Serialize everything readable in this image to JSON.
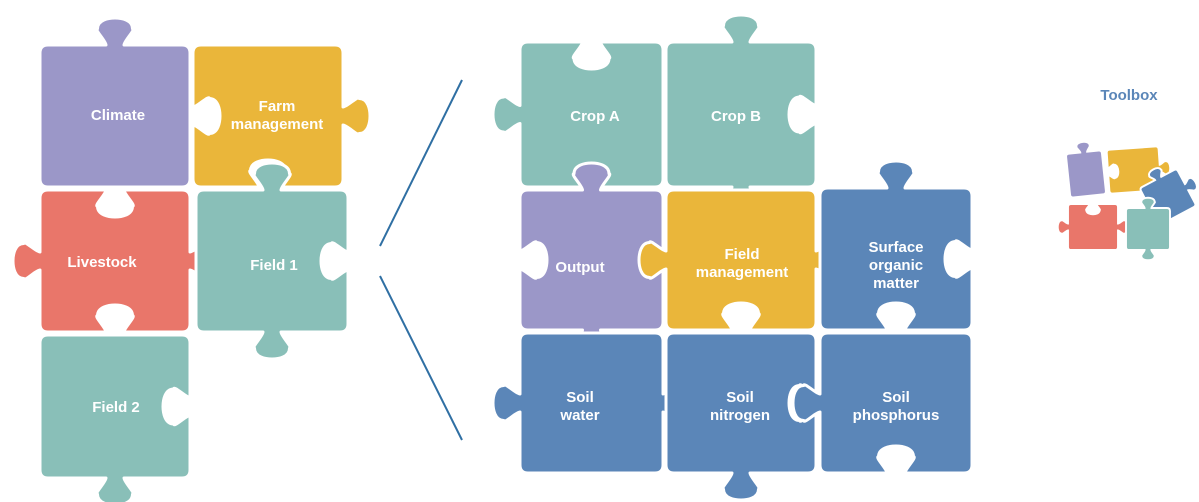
{
  "colors": {
    "purple": "#9b97c8",
    "yellow": "#eab63a",
    "red": "#e9766a",
    "teal": "#89bfb8",
    "blue": "#5b86b8",
    "line": "#2f6fa3"
  },
  "left_group": {
    "climate": "Climate",
    "farm_management": [
      "Farm",
      "management"
    ],
    "livestock": "Livestock",
    "field_1": "Field 1",
    "field_2": "Field 2"
  },
  "right_group": {
    "crop_a": "Crop A",
    "crop_b": "Crop B",
    "output": "Output",
    "field_management": [
      "Field",
      "management"
    ],
    "surface_organic_matter": [
      "Surface",
      "organic",
      "matter"
    ],
    "soil_water": [
      "Soil",
      "water"
    ],
    "soil_nitrogen": [
      "Soil",
      "nitrogen"
    ],
    "soil_phosphorus": [
      "Soil",
      "phosphorus"
    ]
  },
  "toolbox": {
    "title": "Toolbox"
  }
}
